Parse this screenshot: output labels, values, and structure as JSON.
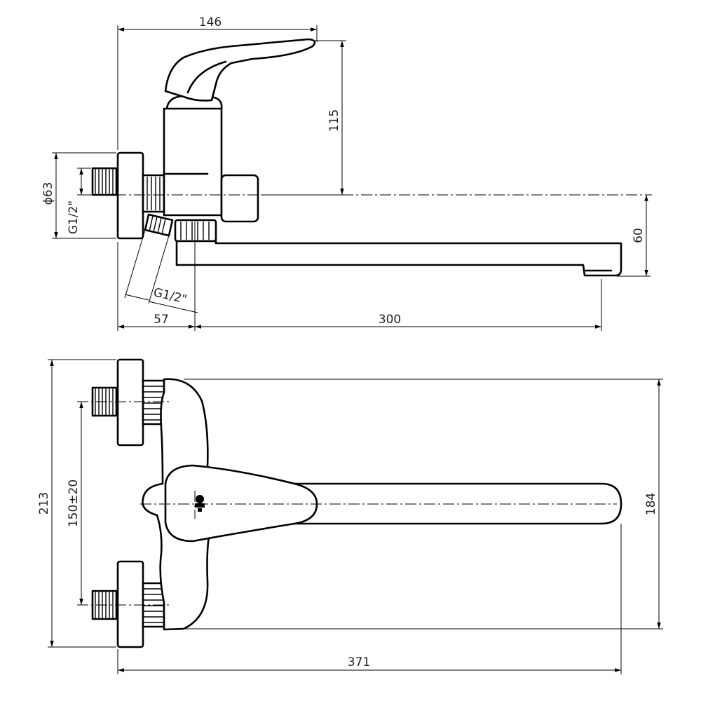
{
  "dimensions": {
    "top_width": "146",
    "height_115": "115",
    "diameter": "ϕ63",
    "thread_inlet": "G1/2\"",
    "thread_outlet": "G1/2\"",
    "offset_57": "57",
    "spout_reach": "300",
    "spout_drop": "60",
    "overall_height": "213",
    "centers": "150±20",
    "body_height": "184",
    "overall_length": "371"
  },
  "colors": {
    "line": "#000000",
    "background": "#ffffff"
  }
}
